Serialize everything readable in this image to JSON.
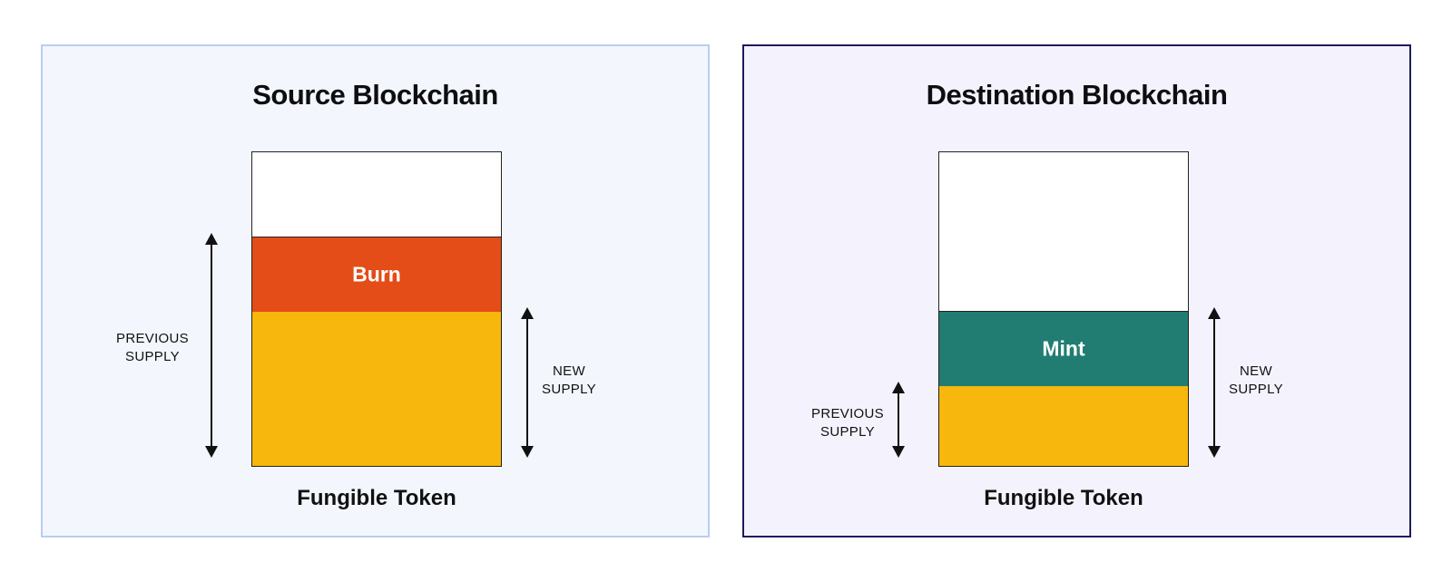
{
  "source": {
    "title": "Source Blockchain",
    "token_caption": "Fungible Token",
    "segment_label": "Burn",
    "previous_supply_label": [
      "PREVIOUS",
      "SUPPLY"
    ],
    "new_supply_label": [
      "NEW",
      "SUPPLY"
    ],
    "colors": {
      "background": "#f3f7fd",
      "border": "#b9cdf0",
      "burn": "#e44c18",
      "supply": "#f7b70c"
    }
  },
  "destination": {
    "title": "Destination Blockchain",
    "token_caption": "Fungible Token",
    "segment_label": "Mint",
    "previous_supply_label": [
      "PREVIOUS",
      "SUPPLY"
    ],
    "new_supply_label": [
      "NEW",
      "SUPPLY"
    ],
    "colors": {
      "background": "#f4f3fd",
      "border": "#1d1a5e",
      "mint": "#217d72",
      "supply": "#f7b70c"
    }
  }
}
